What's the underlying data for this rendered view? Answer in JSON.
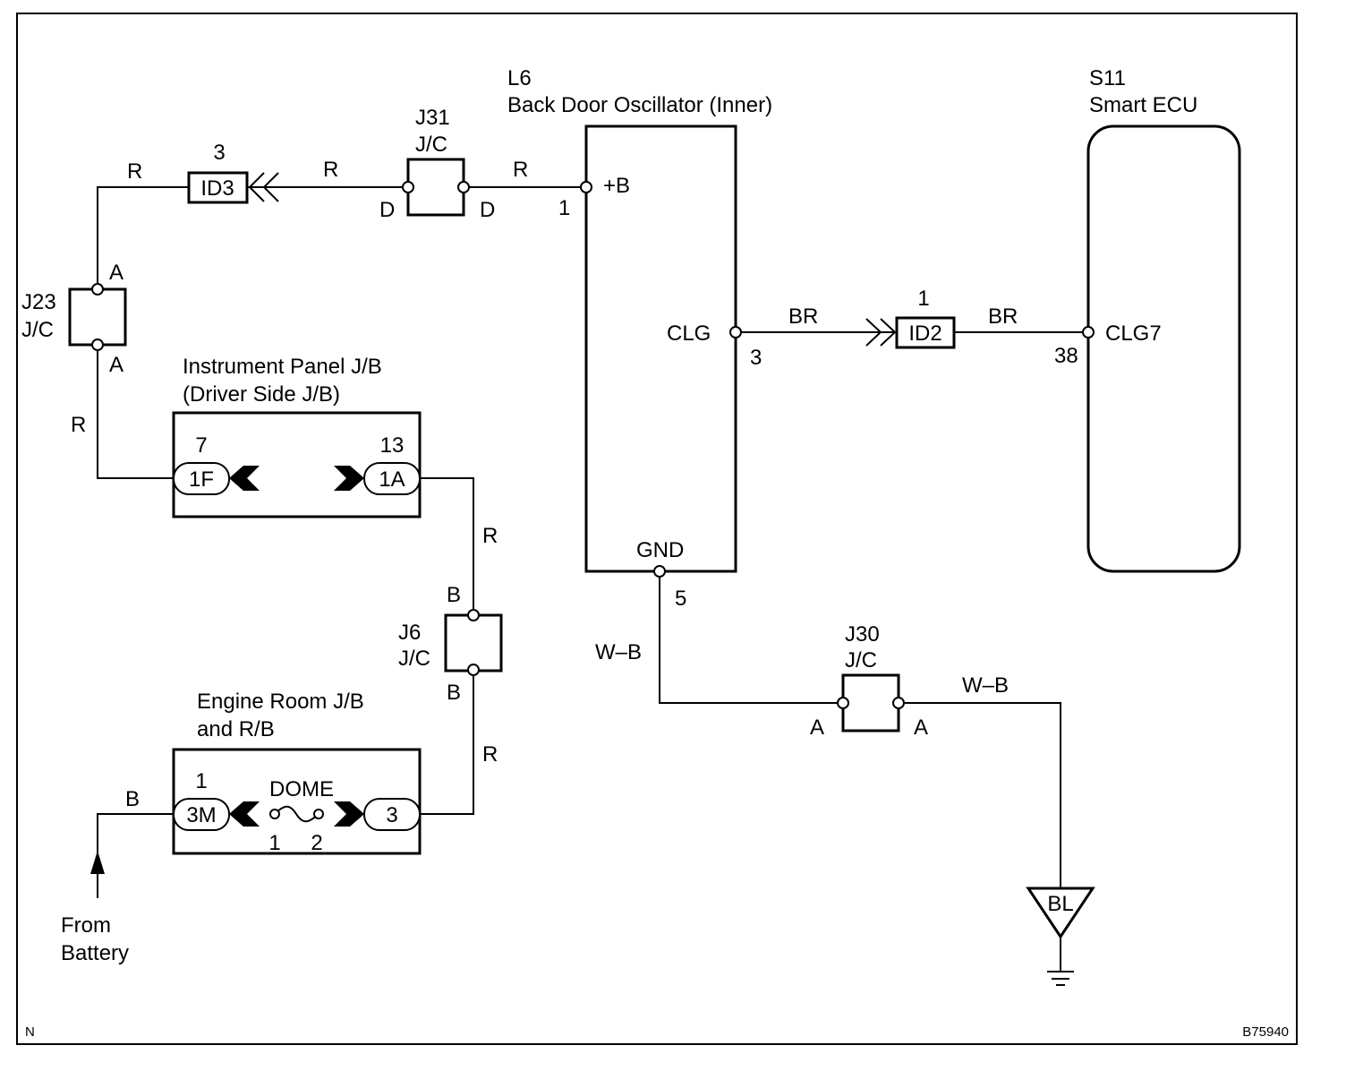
{
  "frame": {
    "corner_left": "N",
    "figure_id": "B75940"
  },
  "components": {
    "oscillator": {
      "id": "L6",
      "name": "Back Door Oscillator (Inner)",
      "pin_b": "+B",
      "pin_b_no": "1",
      "pin_clg": "CLG",
      "pin_clg_no": "3",
      "pin_gnd": "GND",
      "pin_gnd_no": "5"
    },
    "ecu": {
      "id": "S11",
      "name": "Smart ECU",
      "pin": "CLG7",
      "pin_no": "38"
    },
    "j31": {
      "id": "J31",
      "type": "J/C",
      "left": "D",
      "right": "D"
    },
    "j23": {
      "id": "J23",
      "type": "J/C",
      "top": "A",
      "bottom": "A"
    },
    "j6": {
      "id": "J6",
      "type": "J/C",
      "top": "B",
      "bottom": "B"
    },
    "j30": {
      "id": "J30",
      "type": "J/C",
      "left": "A",
      "right": "A"
    },
    "ip_jb": {
      "line1": "Instrument Panel J/B",
      "line2": "(Driver Side J/B)",
      "left_conn": "1F",
      "left_pin": "7",
      "right_conn": "1A",
      "right_pin": "13"
    },
    "er_jb": {
      "line1": "Engine Room J/B",
      "line2": "and R/B",
      "left_conn": "3M",
      "left_pin": "1",
      "fuse": "DOME",
      "fuse_pin1": "1",
      "fuse_pin2": "2",
      "right_conn": "3"
    },
    "id3": {
      "label": "ID3",
      "pin": "3"
    },
    "id2": {
      "label": "ID2",
      "pin": "1"
    },
    "ground": {
      "label": "BL"
    },
    "battery": {
      "line1": "From",
      "line2": "Battery"
    }
  },
  "wires": {
    "r_top_left": "R",
    "r_top_mid": "R",
    "r_top_right": "R",
    "r_left": "R",
    "r_right_upper": "R",
    "r_right_lower": "R",
    "b_battery": "B",
    "br_left": "BR",
    "br_right": "BR",
    "wb_left": "W–B",
    "wb_right": "W–B"
  }
}
